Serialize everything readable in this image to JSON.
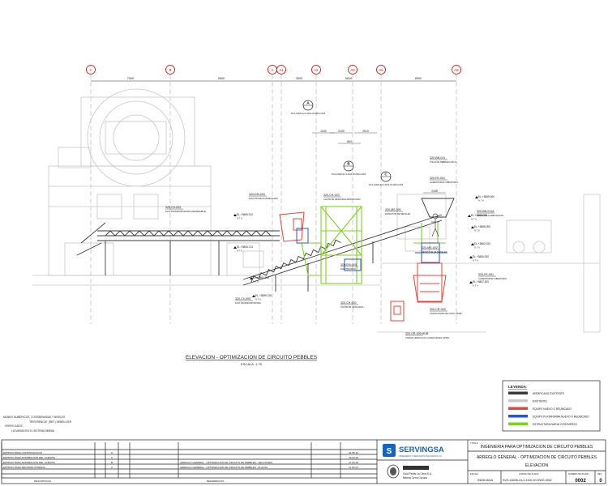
{
  "axes": [
    "C",
    "B",
    "A",
    "A1",
    "A2",
    "A3",
    "A5",
    "A8"
  ],
  "dimensions": [
    "7000",
    "9600",
    "3000",
    "5810",
    "6500",
    "1200",
    "2100",
    "2510",
    "2445",
    "800"
  ],
  "view_refs": [
    {
      "letter": "A",
      "ref": "SVG-16028-24-3-3100-20-DWG-0003"
    },
    {
      "letter": "B",
      "ref": "SVG-16028-24-3-3100-20-DWG-0003"
    },
    {
      "letter": "C",
      "ref": "SVG-16028-24-3-3100-20-DWG-0003"
    }
  ],
  "callouts": [
    {
      "tag": "320-CV-004",
      "desc": "FAJA TRANSPORTADORA (REVERSIBLE)"
    },
    {
      "tag": "320-EM-004",
      "desc": "ELECTROIMAN MODIFICADO"
    },
    {
      "tag": "320-CH-003",
      "desc": "CHUTE DE DESCARGA MODIFICADO"
    },
    {
      "tag": "320-MS-001",
      "desc": "DETECTOR DE METALES"
    },
    {
      "tag": "320-BN-011",
      "desc": "TOLVA DE PEBBLES 200 t/h"
    },
    {
      "tag": "320-FE-001",
      "desc": "ALIMENTADOR VIBRATORIO"
    },
    {
      "tag": "320-BN-011A",
      "desc": "CHUTE DE ALIMENTACION"
    },
    {
      "tag": "320-MS-002",
      "desc": "DETECTOR DE METALES"
    },
    {
      "tag": "320-EM-003",
      "desc": "ELECTROIMAN"
    },
    {
      "tag": "320-CV-005",
      "desc": "FAJA TRANSPORTADORA"
    },
    {
      "tag": "320-CH-002",
      "desc": "CHUTE DE DESCARGA"
    },
    {
      "tag": "320-FE-001",
      "desc": "ALIMENTADOR VIBRATORIO"
    },
    {
      "tag": "320-CR-009",
      "desc": "CHANCADORA DE CONO HP300"
    },
    {
      "tag": "320-CR-009-HUB",
      "desc": "UNIDAD HIDRAULICA CHANCADORA HP300"
    }
  ],
  "elevations": [
    "EL.+3865.312",
    "EL.+3865.713",
    "EL.+3861.913",
    "EL.+3859.215",
    "EL.+3865.000",
    "EL.+3862.024",
    "EL.+3860.000",
    "EL.+3857.400",
    "EL.+3868.000",
    "EL.+3869.000"
  ],
  "elevation_note": "N.T.A.",
  "view_title": "ELEVACION - OPTIMIZACION DE CIRCUITO PEBBLES",
  "view_scale": "ESCALA: 1:75",
  "legend": {
    "title": "LEYENDA:",
    "items": [
      {
        "label": "MODIFICADO EXISTENTE",
        "color": "#3a3a3a"
      },
      {
        "label": "EXISTENTE",
        "color": "#c8c8c8"
      },
      {
        "label": "EQUIPO NUEVO O REUBICADO",
        "color": "#e8463a"
      },
      {
        "label": "EQUIPO PLATAFORMA NUEVO O REUBICADO",
        "color": "#2a55d0"
      },
      {
        "label": "ESTRUCTURA NUEVA O REFUERZO",
        "color": "#7ed320"
      }
    ]
  },
  "notes": [
    "MUNDO NUMERICOS, COORDENADAS Y NIVELES",
    "\"REFERENCIA\" (REF.) DEBEN SER",
    "VERIFICADOS",
    "LLEVARAN EN EL SISTEMA 5M3/8A"
  ],
  "revisions": [
    {
      "desc": "EMITIDO PARA CONSTRUCCION",
      "rev": "0",
      "date": "31.05.24"
    },
    {
      "desc": "EMITIDO PARA APROBACION DEL CLIENTE",
      "rev": "C",
      "date": "29.03.24"
    },
    {
      "desc": "EMITIDO PARA APROBACION DEL CLIENTE",
      "rev": "B",
      "date": "27.03.24"
    },
    {
      "desc": "EMITIDO PARA REVISION INTERNA",
      "rev": "A",
      "date": "11.03.24"
    }
  ],
  "revision_footer": [
    "DESCRIPCION",
    "REFERENCIAS"
  ],
  "references": [
    "ARREGLO GENERAL - OPTIMIZACION DE CIRCUITO DE PEBBLES - SECCIONES",
    "ARREGLO GENERAL - OPTIMIZACION DE CIRCUITO DE PEBBLES - PLANTA"
  ],
  "company": {
    "name": "SERVINGSA",
    "subtitle": "INGENIERIA Y SERVICIOS ASOCIADOS S.A.",
    "color": "#1565c0"
  },
  "client": {
    "name": "Minera Cerro Corona",
    "line": "Gold Fields La Cima S.A."
  },
  "title_block": {
    "label": "TITULO",
    "line1": "INGENIERIA PARA OPTIMIZACION DE CIRCUITO PEBBLES",
    "line2": "ARREGLO GENERAL - OPTIMIZACION DE CIRCUITO PEBBLES",
    "line3": "ELEVACION",
    "scale_label": "ESCALA",
    "scale": "INDICADA",
    "code_label": "CODIGO DE PLANO",
    "code": "SVG-16028-24-3-3100-20-DWG-0002",
    "number_label": "NUMERO DE PLANO",
    "number": "0002",
    "rev_label": "REV",
    "rev": "0"
  }
}
